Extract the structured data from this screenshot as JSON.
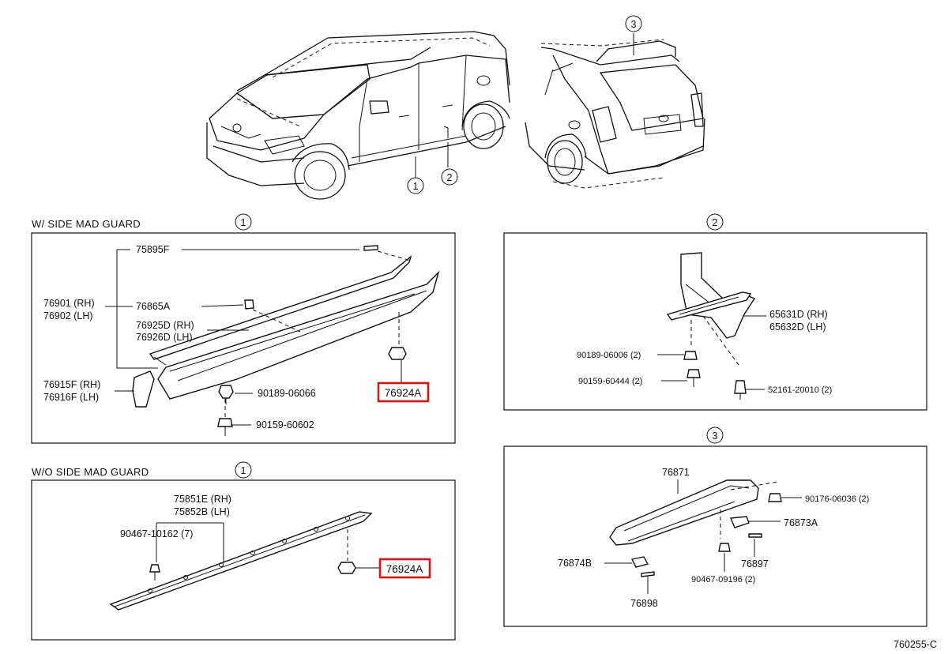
{
  "diagram_code": "760255-C",
  "callouts": {
    "one": "1",
    "two": "2",
    "three": "3"
  },
  "sections": {
    "with_side_guard": {
      "title": "W/ SIDE MAD GUARD",
      "labels": {
        "p75895F": "75895F",
        "p76901": "76901 (RH)",
        "p76902": "76902 (LH)",
        "p76865A": "76865A",
        "p76925D": "76925D (RH)",
        "p76926D": "76926D (LH)",
        "p76915F": "76915F (RH)",
        "p76916F": "76916F (LH)",
        "p90189": "90189-06066",
        "p90159": "90159-60602",
        "p76924A": "76924A"
      }
    },
    "without_side_guard": {
      "title": "W/O SIDE MAD GUARD",
      "labels": {
        "p75851E": "75851E (RH)",
        "p75852B": "75852B (LH)",
        "p90467": "90467-10162 (7)",
        "p76924A": "76924A"
      }
    },
    "mud_flap": {
      "labels": {
        "p65631D": "65631D (RH)",
        "p65632D": "65632D (LH)",
        "p90189": "90189-06006 (2)",
        "p90159": "90159-60444 (2)",
        "p52161": "52161-20010 (2)"
      }
    },
    "spoiler": {
      "labels": {
        "p76871": "76871",
        "p90176": "90176-06036 (2)",
        "p76873A": "76873A",
        "p76874B": "76874B",
        "p76897": "76897",
        "p90467": "90467-09196 (2)",
        "p76898": "76898"
      }
    }
  }
}
